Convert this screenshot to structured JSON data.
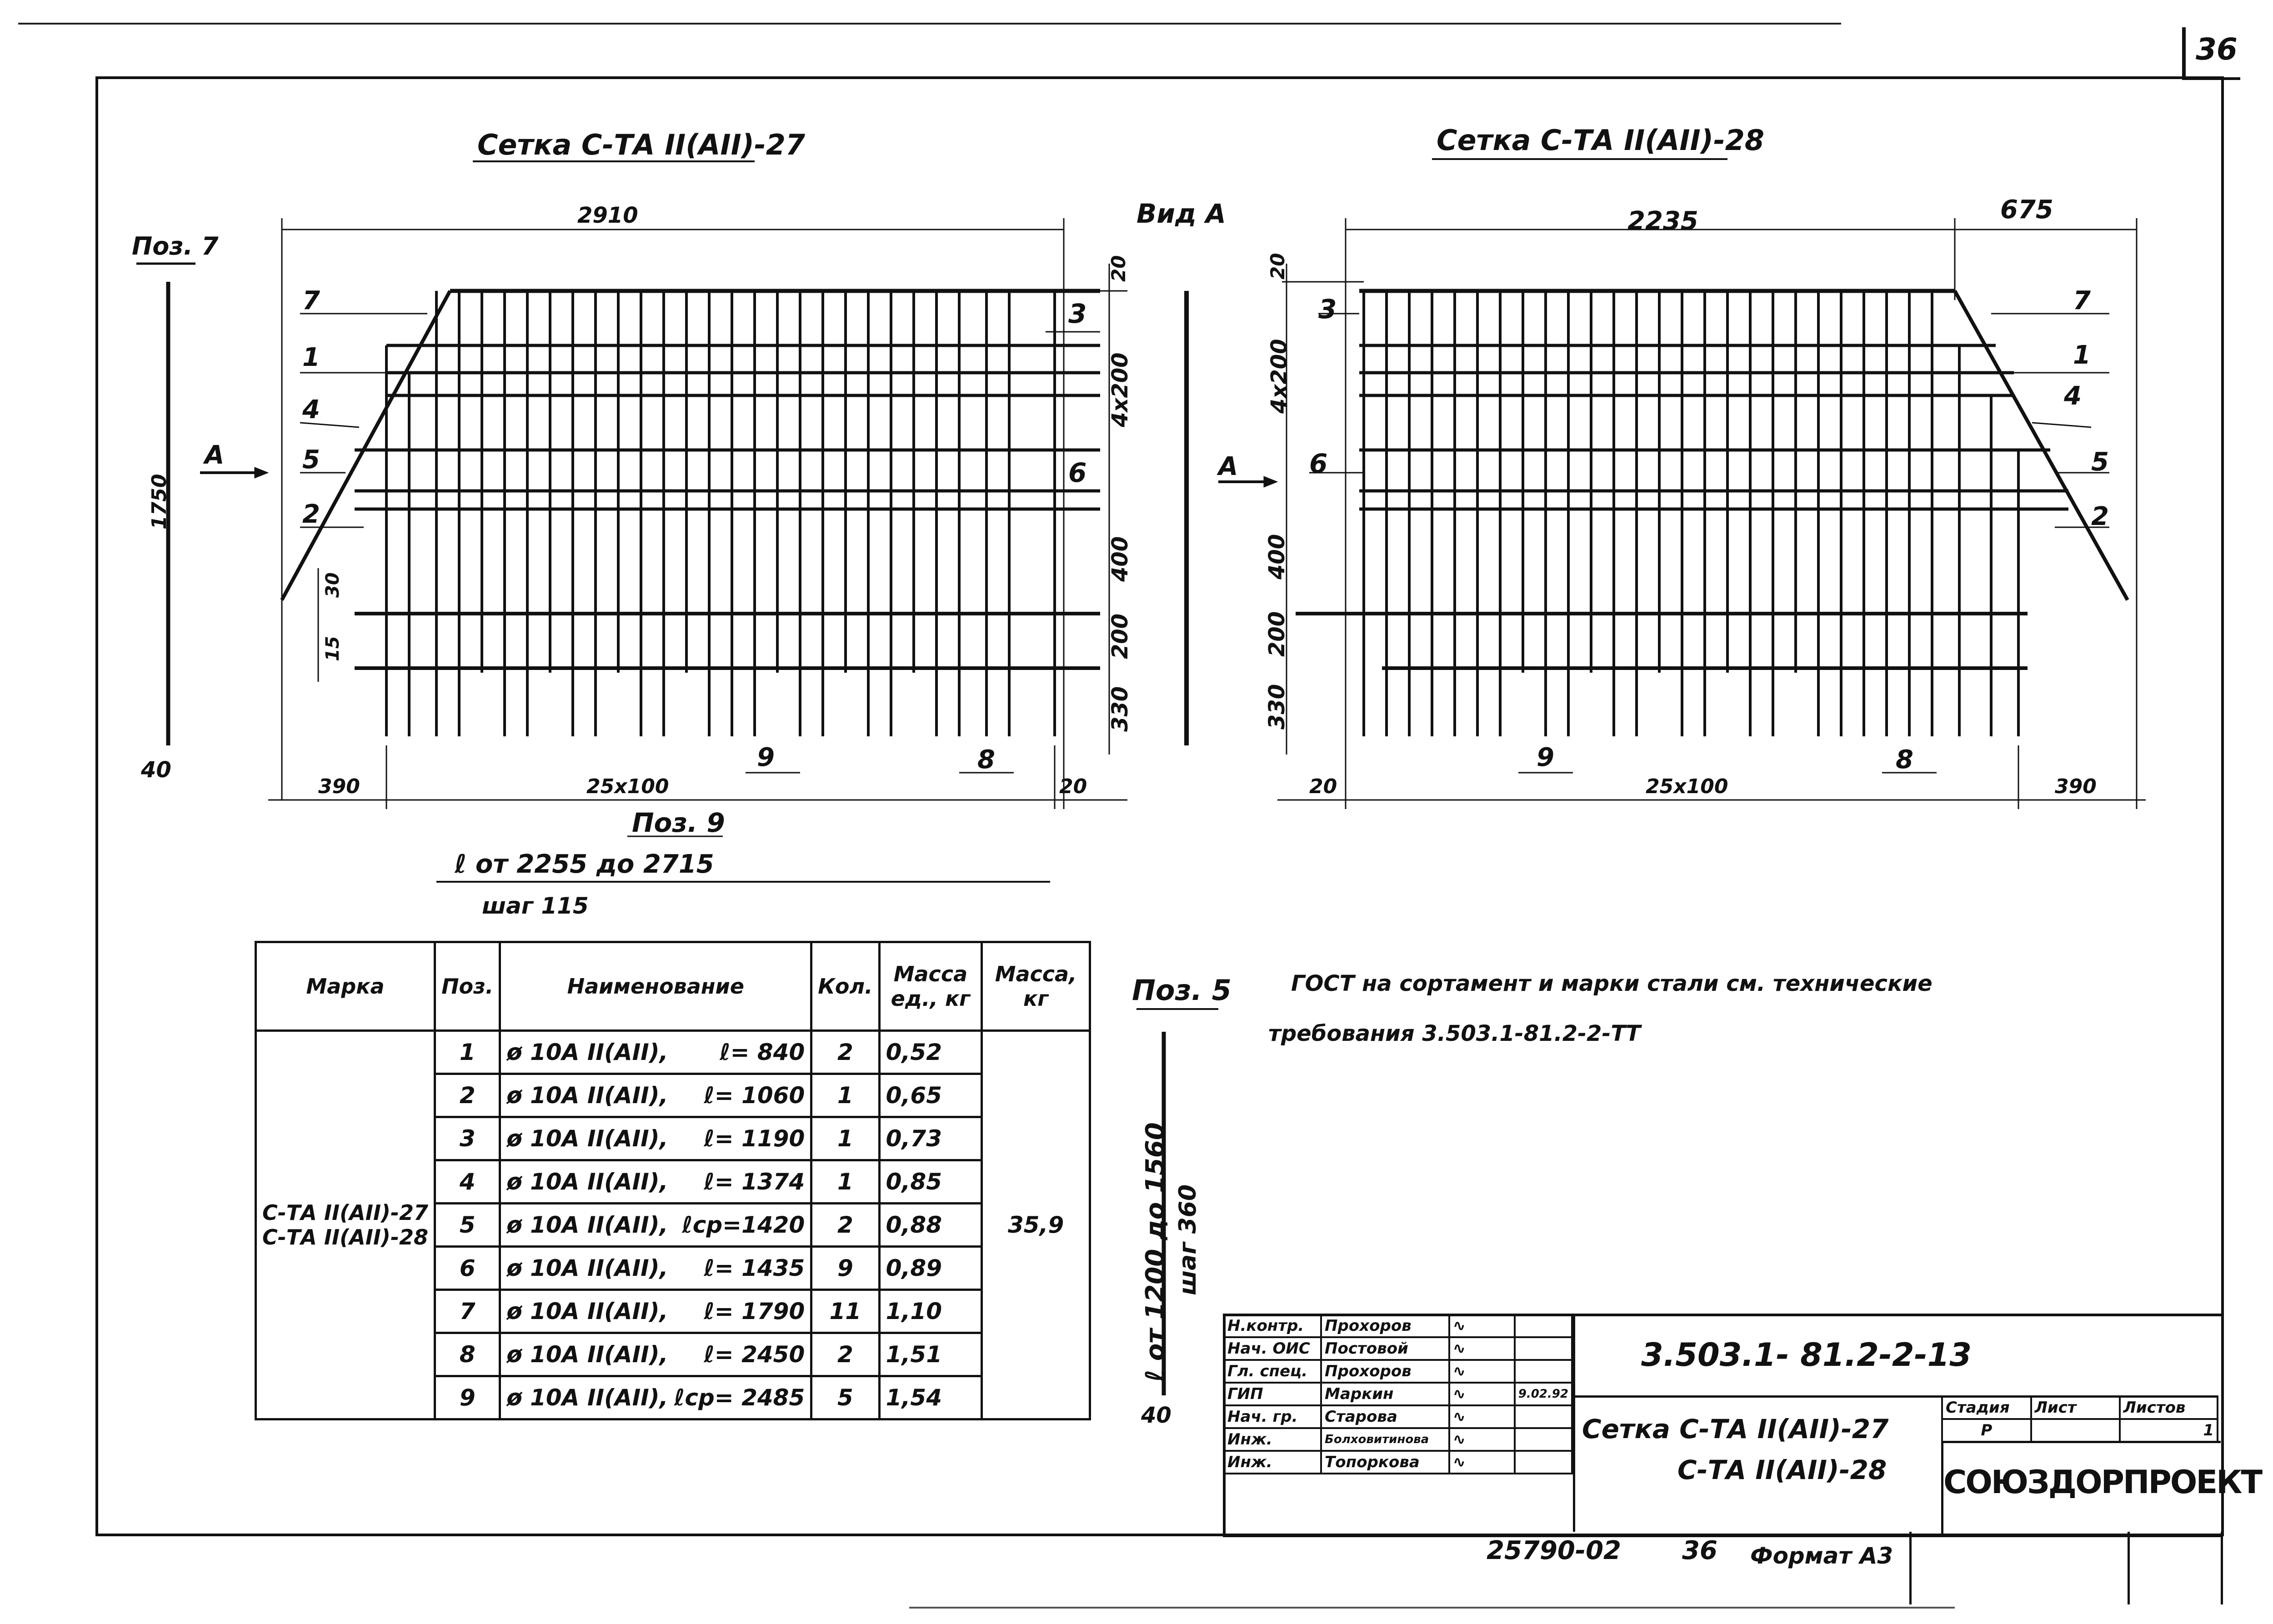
{
  "sheet_number": "36",
  "mesh_left": {
    "title": "Сетка С-ТА II(АII)-27",
    "pos7_label": "Поз. 7",
    "dim_top": "2910",
    "dim_right_top": "20",
    "dim_4x200": "4х200",
    "dim_400": "400",
    "dim_200": "200",
    "dim_330": "330",
    "dim_30": "30",
    "dim_15": "15",
    "dim_1750": "1750",
    "dim_40": "40",
    "dim_390": "390",
    "dim_25x100": "25х100",
    "dim_20": "20",
    "view_label": "Вид А",
    "arrow_label": "А",
    "pos_labels_left": [
      "7",
      "1",
      "4",
      "5",
      "2"
    ],
    "pos_label_3": "3",
    "pos_label_6": "6",
    "pos_label_9": "9",
    "pos_label_8": "8"
  },
  "mesh_right": {
    "title": "Сетка С-ТА II(АII)-28",
    "dim_top_main": "2235",
    "dim_top_side": "675",
    "dim_20_top": "20",
    "dim_4x200": "4х200",
    "dim_400": "400",
    "dim_200": "200",
    "dim_330": "330",
    "dim_20": "20",
    "dim_25x100": "25х100",
    "dim_390": "390",
    "arrow_label": "А",
    "pos_labels_right": [
      "7",
      "1",
      "4",
      "5",
      "2"
    ],
    "pos_label_3": "3",
    "pos_label_6": "6",
    "pos_label_9": "9",
    "pos_label_8": "8"
  },
  "pos9_note": {
    "label": "Поз. 9",
    "length": "ℓ от 2255 до 2715",
    "step": "шаг 115"
  },
  "pos5_note": {
    "label": "Поз. 5",
    "length": "ℓ от 1200 до 1560",
    "step": "шаг 360",
    "dim_40": "40"
  },
  "notes": {
    "line1": "ГОСТ   на сортамент и марки стали  см. технические",
    "line2": "требования  3.503.1-81.2-2-ТТ"
  },
  "spec_table": {
    "headers": [
      "Марка",
      "Поз.",
      "Наименование",
      "Кол.",
      "Масса ед., кг",
      "Масса, кг"
    ],
    "mark": [
      "С-ТА II(АII)-27",
      "С-ТА II(АII)-28"
    ],
    "total_mass": "35,9",
    "rows": [
      {
        "pos": "1",
        "name": "ø 10А II(АII),",
        "len": "ℓ= 840",
        "qty": "2",
        "mass": "0,52"
      },
      {
        "pos": "2",
        "name": "ø 10А II(АII),",
        "len": "ℓ= 1060",
        "qty": "1",
        "mass": "0,65"
      },
      {
        "pos": "3",
        "name": "ø 10А II(АII),",
        "len": "ℓ= 1190",
        "qty": "1",
        "mass": "0,73"
      },
      {
        "pos": "4",
        "name": "ø 10А II(АII),",
        "len": "ℓ= 1374",
        "qty": "1",
        "mass": "0,85"
      },
      {
        "pos": "5",
        "name": "ø 10А II(АII),",
        "len": "ℓср=1420",
        "qty": "2",
        "mass": "0,88"
      },
      {
        "pos": "6",
        "name": "ø 10А II(АII),",
        "len": "ℓ= 1435",
        "qty": "9",
        "mass": "0,89"
      },
      {
        "pos": "7",
        "name": "ø 10А II(АII),",
        "len": "ℓ= 1790",
        "qty": "11",
        "mass": "1,10"
      },
      {
        "pos": "8",
        "name": "ø 10А II(АII),",
        "len": "ℓ= 2450",
        "qty": "2",
        "mass": "1,51"
      },
      {
        "pos": "9",
        "name": "ø 10А II(АII),",
        "len": "ℓср= 2485",
        "qty": "5",
        "mass": "1,54"
      }
    ]
  },
  "title_block": {
    "doc_code": "3.503.1- 81.2-2-13",
    "roles": [
      "Н.контр.",
      "Нач. ОИС",
      "Гл. спец.",
      "ГИП",
      "Нач. гр.",
      "Инж.",
      "Инж."
    ],
    "names": [
      "Прохоров",
      "Постовой",
      "Прохоров",
      "Маркин",
      "Старова",
      "Болховитинова",
      "Топоркова"
    ],
    "date": "9.02.92",
    "sheet_title_1": "Сетка  С-ТА II(АII)-27",
    "sheet_title_2": "С-ТА II(АII)-28",
    "stage_header": "Стадия",
    "sheet_header": "Лист",
    "sheets_header": "Листов",
    "stage": "Р",
    "sheet": "",
    "sheets": "1",
    "org": "СОЮЗДОРПРОЕКТ"
  },
  "footer": {
    "archive_no": "25790-02",
    "sheet": "36",
    "format": "Формат А3"
  }
}
